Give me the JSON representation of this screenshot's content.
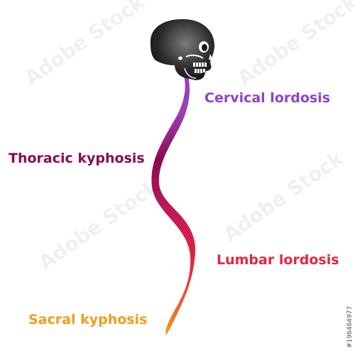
{
  "labels": {
    "cervical": "Cervical lordosis",
    "thoracic": "Thoracic kyphosis",
    "lumbar": "Lumbar lordosis",
    "sacral": "Sacral kyphosis"
  },
  "colors": {
    "cervical": "#8e44c6",
    "thoracic": "#8b0a50",
    "lumbar": "#e8253c",
    "sacral": "#f39c1f",
    "skull": "#222222"
  },
  "watermark": {
    "brand": "Adobe Stock",
    "id": "#196464977"
  }
}
